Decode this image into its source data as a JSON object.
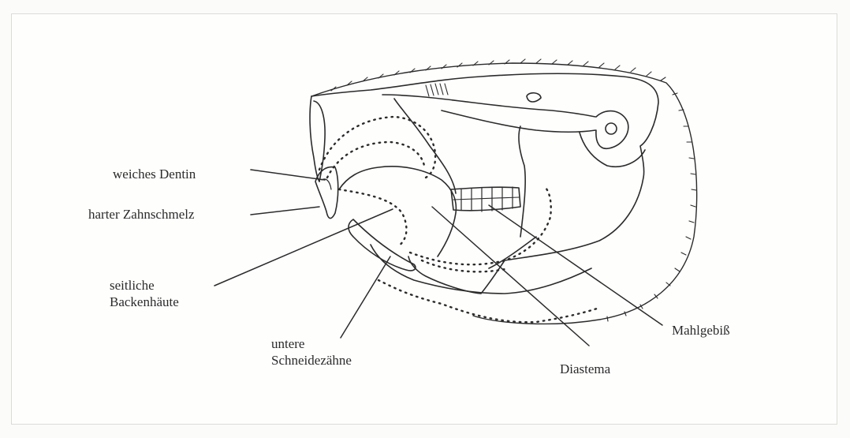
{
  "figure": {
    "labels": {
      "soft_dentin": "weiches Dentin",
      "hard_enamel": "harter Zahnschmelz",
      "cheek_skin": [
        "seitliche",
        "Backenhäute"
      ],
      "lower_incisors": [
        "untere",
        "Schneidezähne"
      ],
      "diastema": "Diastema",
      "molars": "Mahlgebiß"
    }
  },
  "colors": {
    "ink": "#2b2b2b",
    "background": "#fefefd"
  }
}
